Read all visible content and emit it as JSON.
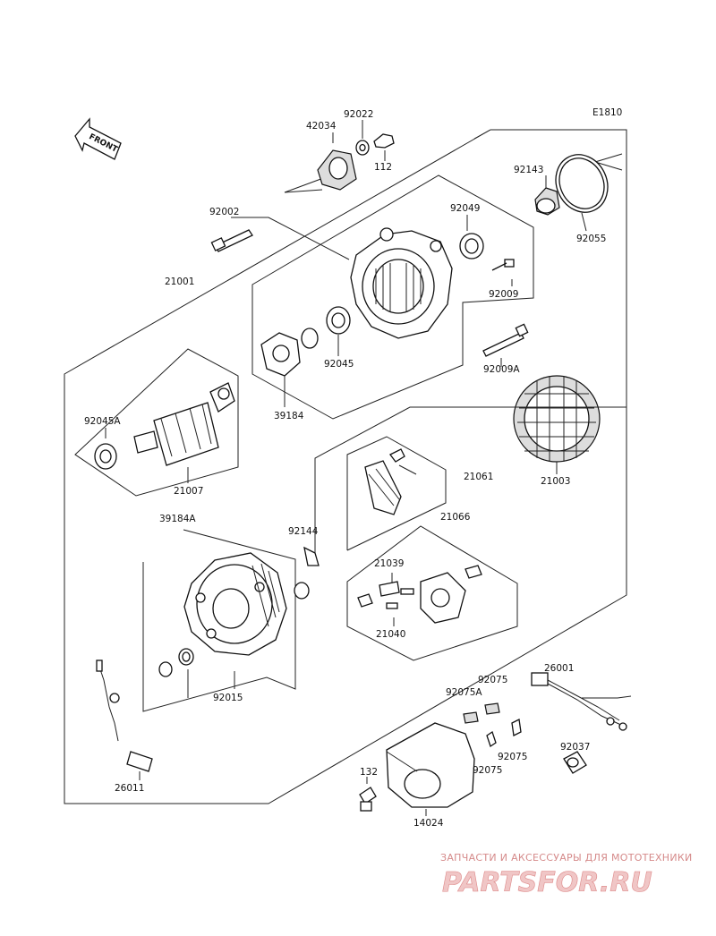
{
  "diagram_code": "E1810",
  "front_label": "FRONT",
  "labels": {
    "p42034": "42034",
    "p92022": "92022",
    "p112": "112",
    "p92143": "92143",
    "p92055": "92055",
    "p92002": "92002",
    "p92049": "92049",
    "p92009": "92009",
    "p21001": "21001",
    "p92045": "92045",
    "p92009A": "92009A",
    "p39184": "39184",
    "p92045A": "92045A",
    "p21007": "21007",
    "p21003": "21003",
    "p21061": "21061",
    "p21066": "21066",
    "p39184A": "39184A",
    "p92144": "92144",
    "p21039": "21039",
    "p21040": "21040",
    "p92015": "92015",
    "p26001": "26001",
    "p92075": "92075",
    "p92075A": "92075A",
    "p92075b": "92075",
    "p92075c": "92075",
    "p92037": "92037",
    "p132": "132",
    "p14024": "14024",
    "p26011": "26011"
  },
  "watermark": {
    "tagline": "ЗАПЧАСТИ И АКСЕССУАРЫ ДЛЯ МОТОТЕХНИКИ",
    "brand": "PARTSFOR.RU"
  }
}
